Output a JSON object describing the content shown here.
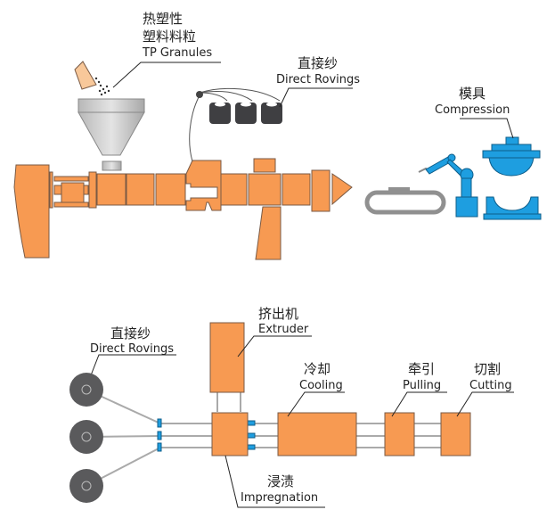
{
  "top_process": {
    "granules": {
      "label_cn_1": "热塑性",
      "label_cn_2": "塑料料粒",
      "label_en": "TP Granules"
    },
    "rovings": {
      "label_cn": "直接纱",
      "label_en": "Direct Rovings"
    },
    "compression": {
      "label_cn": "模具",
      "label_en": "Compression"
    }
  },
  "bottom_process": {
    "rovings": {
      "label_cn": "直接纱",
      "label_en": "Direct Rovings"
    },
    "extruder": {
      "label_cn": "挤出机",
      "label_en": "Extruder"
    },
    "cooling": {
      "label_cn": "冷却",
      "label_en": "Cooling"
    },
    "pulling": {
      "label_cn": "牵引",
      "label_en": "Pulling"
    },
    "cutting": {
      "label_cn": "切割",
      "label_en": "Cutting"
    },
    "impregnation": {
      "label_cn": "浸渍",
      "label_en": "Impregnation"
    }
  },
  "colors": {
    "machine": "#f79a52",
    "robot": "#1e9ee0",
    "spool": "#5a5a5c",
    "hopper": "#c8c8c8"
  }
}
